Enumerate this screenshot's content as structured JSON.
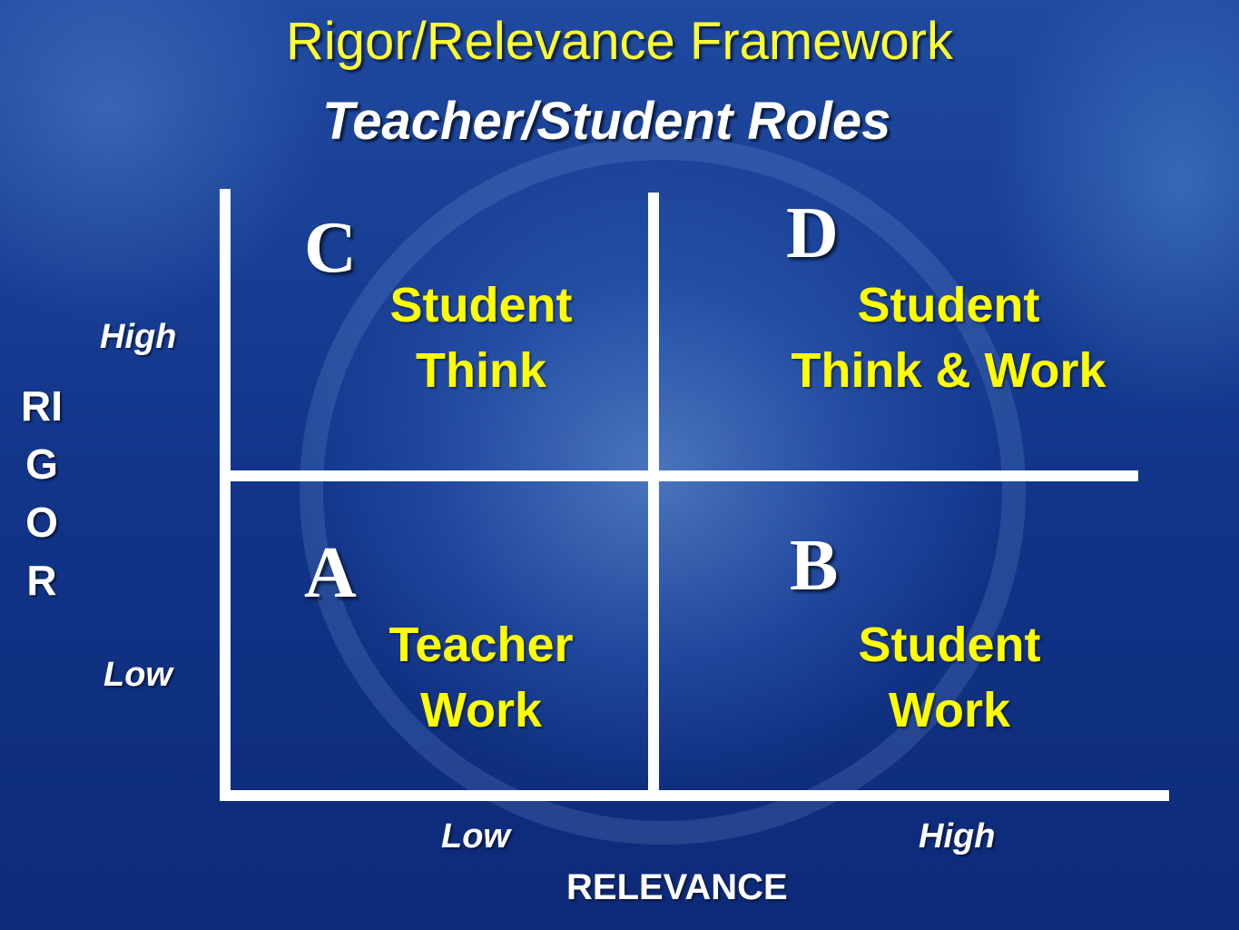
{
  "title": "Rigor/Relevance Framework",
  "subtitle": "Teacher/Student Roles",
  "y_axis": {
    "title_lines": [
      "RI",
      "G",
      "O",
      "R"
    ],
    "high_label": "High",
    "low_label": "Low"
  },
  "x_axis": {
    "title": "RELEVANCE",
    "low_label": "Low",
    "high_label": "High"
  },
  "quadrants": {
    "C": {
      "letter": "C",
      "lines": [
        "Student",
        "Think"
      ]
    },
    "D": {
      "letter": "D",
      "lines": [
        "Student",
        "Think & Work"
      ]
    },
    "A": {
      "letter": "A",
      "lines": [
        "Teacher",
        "Work"
      ]
    },
    "B": {
      "letter": "B",
      "lines": [
        "Student",
        "Work"
      ]
    }
  },
  "colors": {
    "title": "#ffff33",
    "quadrant_text": "#ffff00",
    "lines": "#ffffff",
    "background": "#12358a"
  }
}
